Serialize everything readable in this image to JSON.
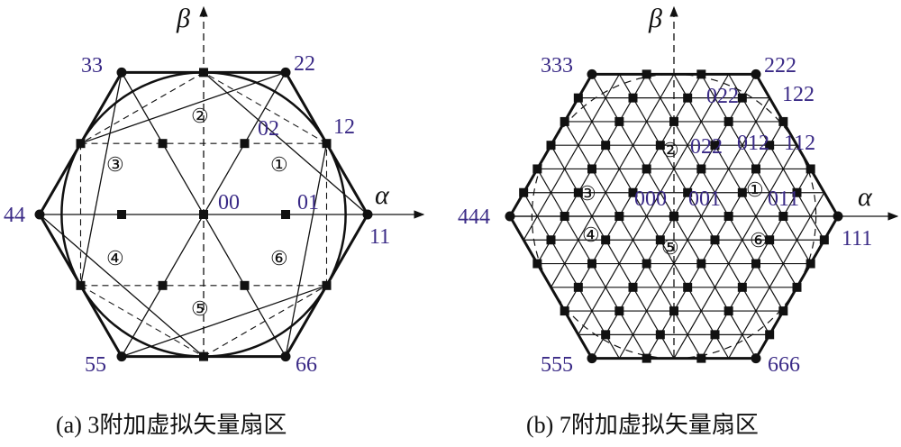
{
  "panel_a": {
    "axis_alpha": "α",
    "axis_beta": "β",
    "vertex_labels": [
      "11",
      "22",
      "33",
      "44",
      "55",
      "66"
    ],
    "inner_labels": [
      "00",
      "01",
      "02",
      "12"
    ],
    "sectors": [
      "①",
      "②",
      "③",
      "④",
      "⑤",
      "⑥"
    ],
    "caption": "(a) 3附加虚拟矢量扇区"
  },
  "panel_b": {
    "axis_alpha": "α",
    "axis_beta": "β",
    "vertex_labels": [
      "111",
      "222",
      "333",
      "444",
      "555",
      "666"
    ],
    "inner_labels": [
      "000",
      "001",
      "011",
      "012",
      "022",
      "022",
      "112",
      "122"
    ],
    "sectors": [
      "①",
      "②",
      "③",
      "④",
      "⑤",
      "⑥"
    ],
    "caption": "(b) 7附加虚拟矢量扇区"
  },
  "colors": {
    "label": "#3a2a86",
    "line": "#111111"
  }
}
